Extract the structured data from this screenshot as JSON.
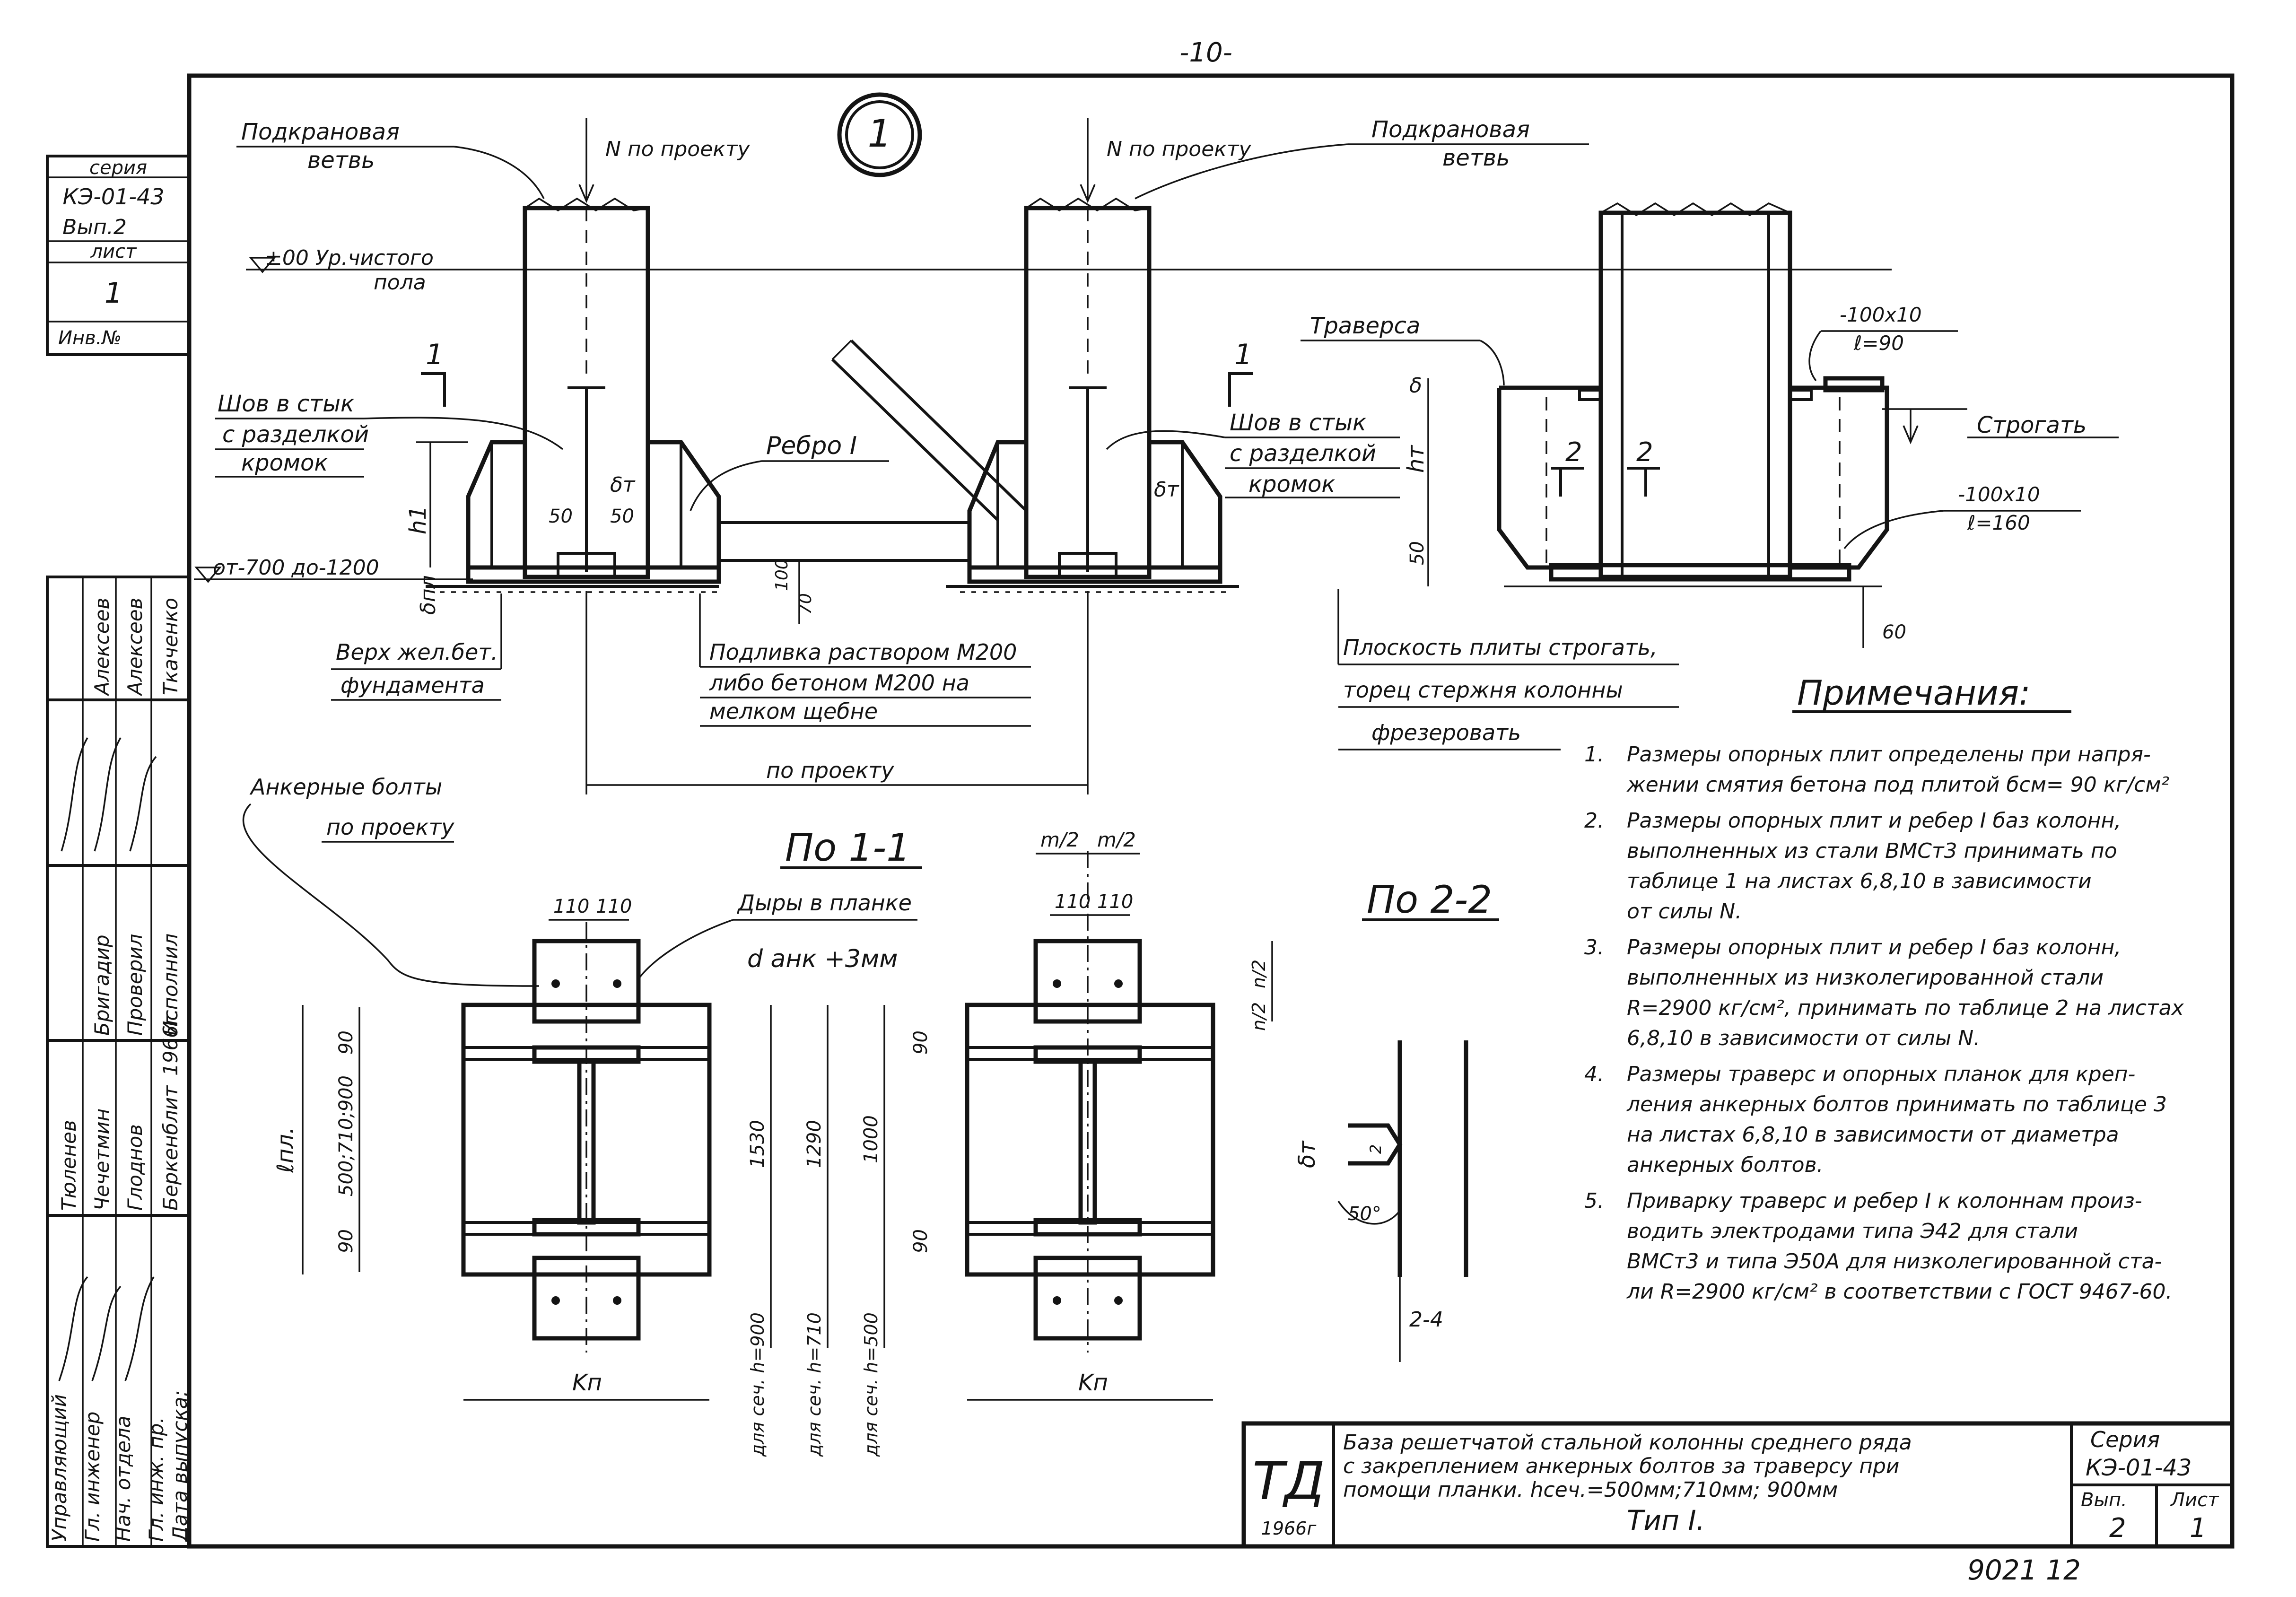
{
  "page_number": "-10-",
  "stamp": {
    "series_label": "серия",
    "series_value": "КЭ-01-43",
    "issue": "Вып.2",
    "sheet_label": "лист",
    "sheet_value": "1",
    "inv_label": "Инв.№"
  },
  "signatures": {
    "roles": [
      "Управляющий",
      "Гл. инженер",
      "Нач. отдела",
      "Гл. инж. пр.",
      "Дата выпуска:"
    ],
    "names": [
      "Тюленев",
      "Чечетмин",
      "Глоднов",
      "Беркенблит"
    ],
    "year": "1966г.",
    "roles2": [
      "Бригадир",
      "Проверил",
      "Исполнил"
    ],
    "names2": [
      "Алексеев",
      "Алексеев",
      "Ткаченко"
    ]
  },
  "elevation": {
    "circle_label": "1",
    "n_left": "N по проекту",
    "n_right": "N по проекту",
    "branch_left": [
      "Подкрановая",
      "ветвь"
    ],
    "branch_right": [
      "Подкрановая",
      "ветвь"
    ],
    "floor_level": "±00 Ур.чистого",
    "floor_level2": "пола",
    "bottom_level": "от-700 до-1200",
    "weld_left": [
      "Шов в стык",
      "с разделкой",
      "кромок"
    ],
    "weld_right": [
      "Шов в стык",
      "с разделкой",
      "кромок"
    ],
    "rib": "Ребро I",
    "section_mark": "1",
    "h1": "h1",
    "d_t": "δт",
    "d_pl": "δпл",
    "dim_50a": "50",
    "dim_50b": "50",
    "dim_100": "100",
    "dim_70": "70",
    "top_concrete": [
      "Верх жел.бет.",
      "фундамента"
    ],
    "grout": [
      "Подливка раствором М200",
      "либо бетоном М200 на",
      "мелком щебне"
    ],
    "by_project": "по проекту"
  },
  "side": {
    "traverse": "Траверса",
    "plate_top": [
      "-100x10",
      "ℓ=90"
    ],
    "plate_bottom": [
      "-100x10",
      "ℓ=160"
    ],
    "plane": "Строгать",
    "delta": "δ",
    "ht": "hт",
    "dim_50": "50",
    "dim_60": "60",
    "section_mark": "2",
    "plane_note": [
      "Плоскость плиты строгать,",
      "торец стержня колонны",
      "фрезеровать"
    ]
  },
  "plan": {
    "anchor": [
      "Анкерные болты",
      "по проекту"
    ],
    "holes": "Дыры в планке",
    "d_anch": "d анк +3мм",
    "title_11": "По 1-1",
    "title_22": "По 2-2",
    "dim_110": "110",
    "dim_90": "90",
    "l_pl": "ℓпл.",
    "dims_mid": "500;710;900",
    "dim_1530": "1530",
    "dim_1290": "1290",
    "dim_1000": "1000",
    "for_900": "для сеч. h=900",
    "for_710": "для сеч. h=710",
    "for_500": "для сеч. h=500",
    "kp": "Kп",
    "m2": "m/2",
    "n2": "n/2",
    "detail_dt": "δт",
    "detail_angle": "50°",
    "detail_2": "2",
    "detail_24": "2-4"
  },
  "notes": {
    "title": "Примечания:",
    "items": [
      [
        "1.",
        "Размеры опорных плит определены при напря-",
        "жении смятия бетона под плитой бсм= 90 кг/см²"
      ],
      [
        "2.",
        "Размеры опорных плит и ребер I баз колонн,",
        "выполненных из стали ВМСт3 принимать по",
        "таблице 1 на листах 6,8,10 в зависимости",
        "от силы N."
      ],
      [
        "3.",
        "Размеры опорных плит и ребер I баз колонн,",
        "выполненных из низколегированной стали",
        "R=2900 кг/см², принимать по таблице 2 на листах",
        "6,8,10 в зависимости от силы N."
      ],
      [
        "4.",
        "Размеры траверс и опорных планок для креп-",
        "ления анкерных болтов принимать по таблице 3",
        "на листах 6,8,10 в зависимости от диаметра",
        "анкерных болтов."
      ],
      [
        "5.",
        "Приварку траверс и ребер I к колоннам произ-",
        "водить электродами типа Э42 для стали",
        "ВМСт3 и типа Э50А для низколегированной ста-",
        "ли R=2900 кг/см² в соответствии с ГОСТ 9467-60."
      ]
    ]
  },
  "title_block": {
    "logo": "ТД",
    "year": "1966г",
    "title_lines": [
      "База решетчатой стальной колонны среднего ряда",
      "с закреплением анкерных болтов за траверсу при",
      "помощи планки. hсеч.=500мм;710мм; 900мм"
    ],
    "type": "Тип I.",
    "series_label": "Серия",
    "series_value": "КЭ-01-43",
    "issue_label": "Вып.",
    "issue_value": "2",
    "sheet_label": "Лист",
    "sheet_value": "1"
  },
  "footer": "9021 12"
}
